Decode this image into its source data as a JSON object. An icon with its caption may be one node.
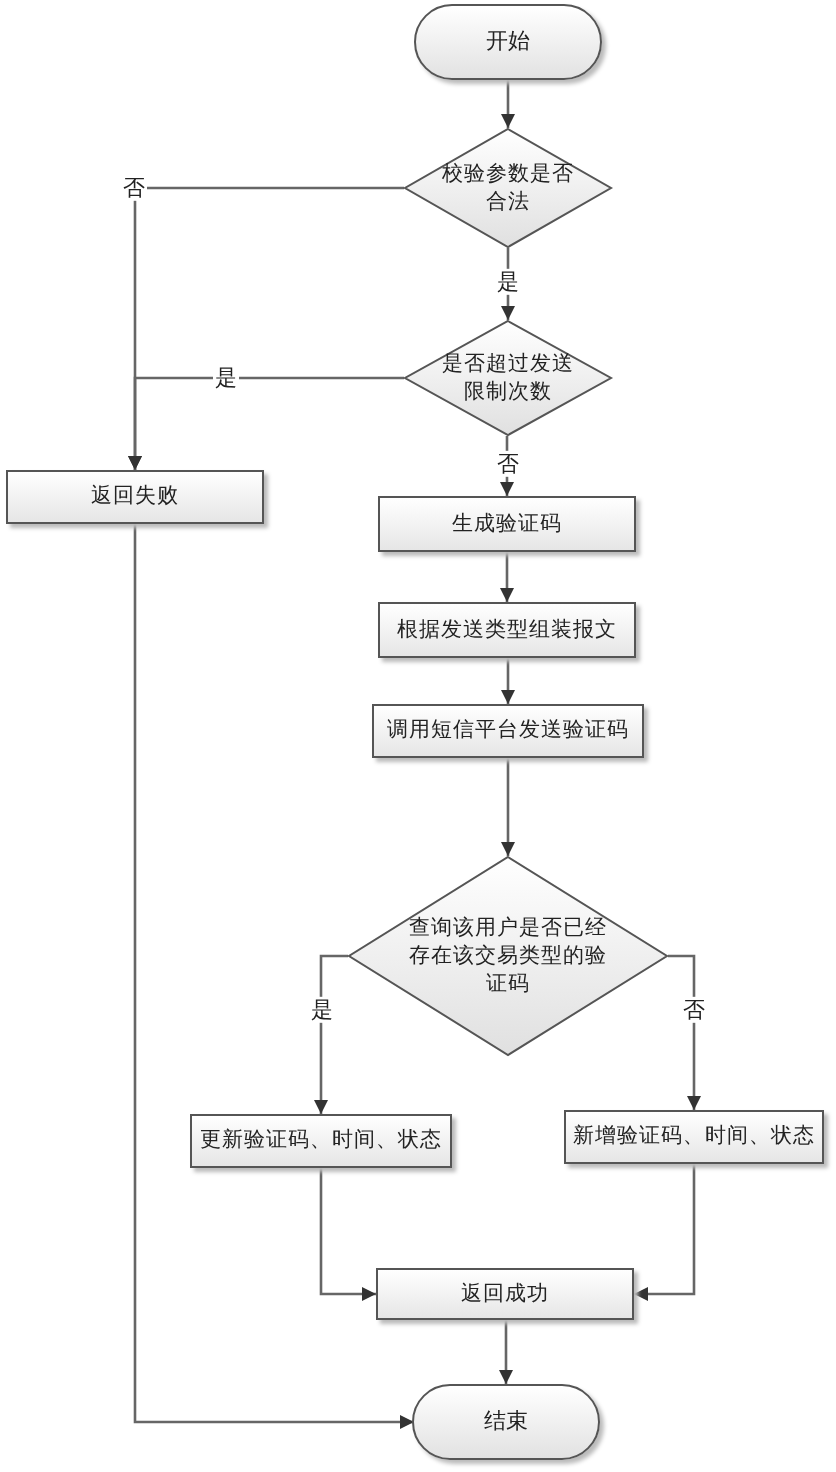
{
  "diagram": {
    "nodes": [
      {
        "text": [
          "开始"
        ]
      },
      {
        "text": [
          "校验参数是否合法"
        ]
      },
      {
        "text": [
          "是否超过发送限制次数"
        ]
      },
      {
        "text": [
          "返回失败"
        ]
      },
      {
        "text": [
          "生成验证码"
        ]
      },
      {
        "text": [
          "根据发送类型组装报文"
        ]
      },
      {
        "text": [
          "调用短信平台发送验证码"
        ]
      },
      {
        "text": [
          "查询该用户是否已经存在该交易类型的验证码"
        ]
      },
      {
        "text": [
          "更新验证码、时间、状态"
        ]
      },
      {
        "text": [
          "新增验证码、时间、状态"
        ]
      },
      {
        "text": [
          "返回成功"
        ]
      },
      {
        "text": [
          "结束"
        ]
      }
    ],
    "edges": [
      {
        "from": 0,
        "to": 1,
        "arrow": "to"
      },
      {
        "from": 1,
        "to": 3,
        "arrow": "to",
        "label": "否"
      },
      {
        "from": 1,
        "to": 2,
        "arrow": "to",
        "label": "是"
      },
      {
        "from": 2,
        "to": 3,
        "arrow": "to",
        "label": "是"
      },
      {
        "from": 2,
        "to": 4,
        "arrow": "to",
        "label": "否"
      },
      {
        "from": 4,
        "to": 5,
        "arrow": "to"
      },
      {
        "from": 5,
        "to": 6,
        "arrow": "to"
      },
      {
        "from": 6,
        "to": 7,
        "arrow": "to"
      },
      {
        "from": 7,
        "to": 8,
        "arrow": "to",
        "label": "是"
      },
      {
        "from": 7,
        "to": 9,
        "arrow": "to",
        "label": "否"
      },
      {
        "from": 8,
        "to": 10,
        "arrow": "to"
      },
      {
        "from": 9,
        "to": 10,
        "arrow": "to"
      },
      {
        "from": 10,
        "to": 11,
        "arrow": "to"
      },
      {
        "from": 3,
        "to": 11,
        "arrow": "to"
      }
    ]
  }
}
